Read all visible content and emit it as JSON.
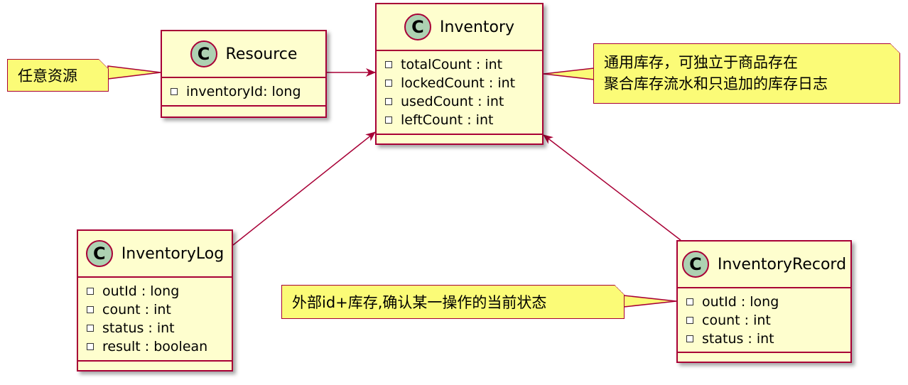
{
  "classes": {
    "resource": {
      "badge": "C",
      "name": "Resource",
      "fields": [
        "inventoryId: long"
      ]
    },
    "inventory": {
      "badge": "C",
      "name": "Inventory",
      "fields": [
        "totalCount : int",
        "lockedCount : int",
        "usedCount : int",
        "leftCount : int"
      ]
    },
    "inventory_log": {
      "badge": "C",
      "name": "InventoryLog",
      "fields": [
        "outId : long",
        "count : int",
        "status : int",
        "result : boolean"
      ]
    },
    "inventory_record": {
      "badge": "C",
      "name": "InventoryRecord",
      "fields": [
        "outId : long",
        "count : int",
        "status : int"
      ]
    }
  },
  "notes": {
    "resource_note": [
      "任意资源"
    ],
    "inventory_note": [
      "通用库存，可独立于商品存在",
      "聚合库存流水和只追加的库存日志"
    ],
    "record_note": [
      "外部id+库存,确认某一操作的当前状态"
    ]
  },
  "colors": {
    "class_fill": "#FEFECE",
    "border": "#A80036",
    "badge_fill": "#ADD1B2",
    "note_fill": "#FBFB77"
  }
}
